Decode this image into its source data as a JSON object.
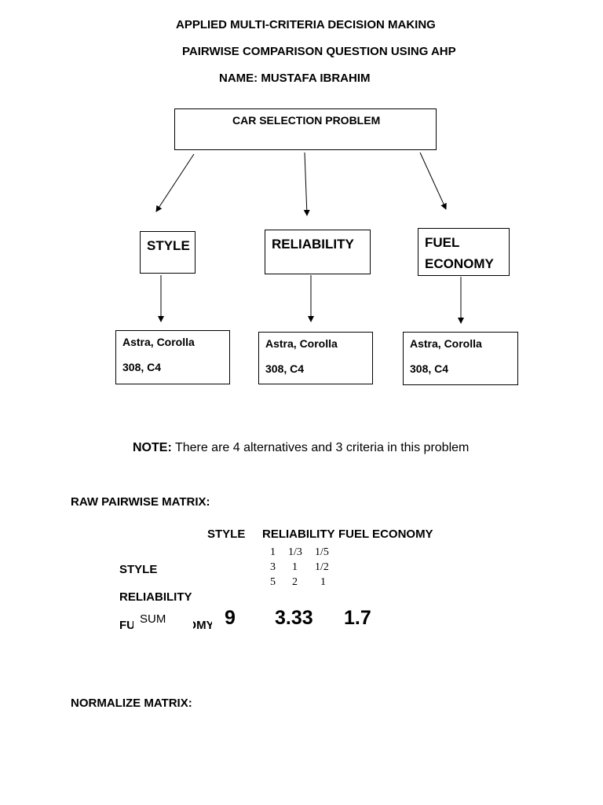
{
  "header": {
    "line1": "APPLIED MULTI-CRITERIA DECISION MAKING",
    "line2": "PAIRWISE COMPARISON QUESTION USING AHP",
    "line3": "NAME: MUSTAFA IBRAHIM"
  },
  "diagram": {
    "goal": "CAR SELECTION PROBLEM",
    "criteria": [
      "STYLE",
      "RELIABILITY",
      "FUEL ECONOMY"
    ],
    "alternatives": [
      {
        "line1": "Astra, Corolla",
        "line2": "308, C4"
      },
      {
        "line1": "Astra, Corolla",
        "line2": "308, C4"
      },
      {
        "line1": "Astra, Corolla",
        "line2": "308, C4"
      }
    ]
  },
  "note": {
    "label": "NOTE:",
    "text": " There are 4 alternatives and 3 criteria in this problem"
  },
  "raw_matrix": {
    "heading": "RAW PAIRWISE MATRIX:",
    "col_headers": [
      "STYLE",
      "RELIABILITY",
      "FUEL ECONOMY"
    ],
    "row_labels": [
      "STYLE",
      "RELIABILITY",
      "FUEL ECONOMY"
    ],
    "rows": [
      [
        "1",
        "1/3",
        "1/5"
      ],
      [
        "3",
        "1",
        "1/2"
      ],
      [
        "5",
        "2",
        "1"
      ]
    ],
    "sum_label": "SUM",
    "sums": [
      "9",
      "3.33",
      "1.7"
    ]
  },
  "normalize": {
    "heading": "NORMALIZE MATRIX:"
  }
}
